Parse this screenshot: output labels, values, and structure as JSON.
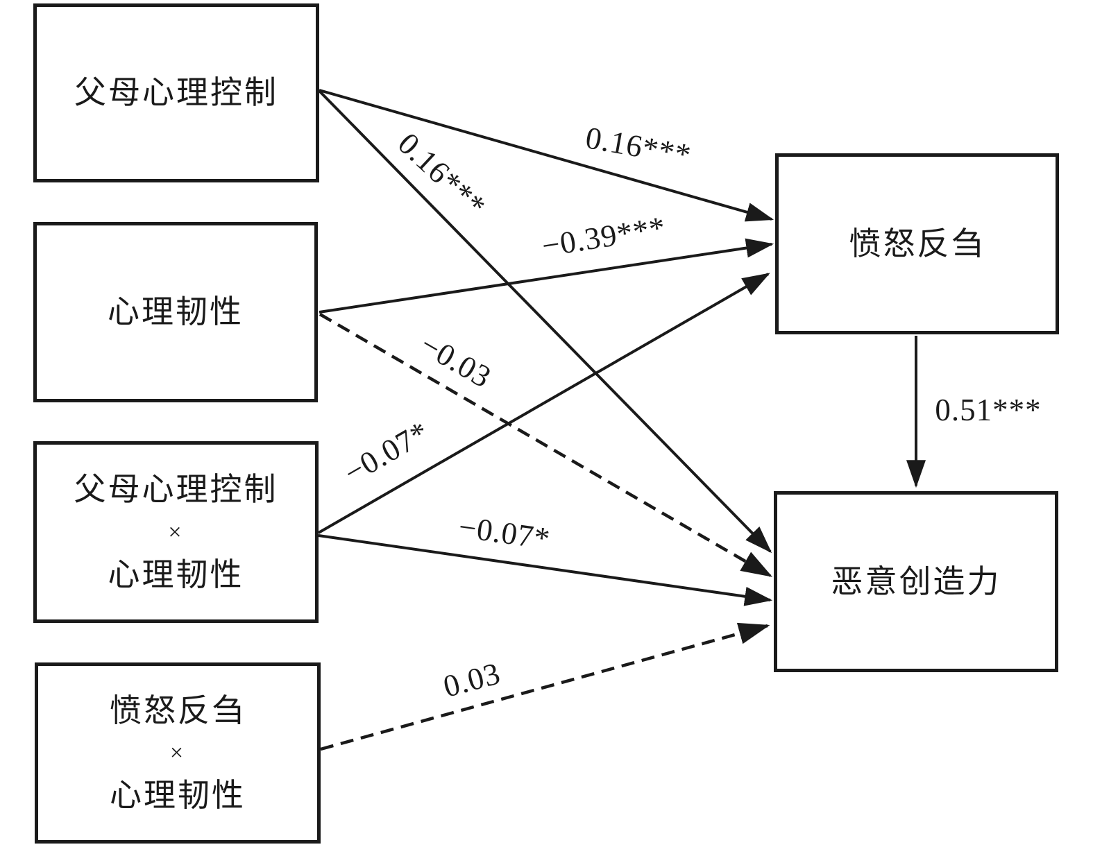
{
  "diagram": {
    "type": "SEM path model",
    "nodes": {
      "parental_psychological_control": {
        "label": "父母心理控制"
      },
      "psychological_resilience": {
        "label": "心理韧性"
      },
      "parental_control_x_resilience": {
        "line1": "父母心理控制",
        "line2": "×",
        "line3": "心理韧性"
      },
      "anger_rumination_x_resilience": {
        "line1": "愤怒反刍",
        "line2": "×",
        "line3": "心理韧性"
      },
      "anger_rumination": {
        "label": "愤怒反刍"
      },
      "malevolent_creativity": {
        "label": "恶意创造力"
      }
    },
    "edges": {
      "pc_to_ar": {
        "from": "父母心理控制",
        "to": "愤怒反刍",
        "coefficient": "0.16***",
        "line_style": "solid"
      },
      "pc_to_mc": {
        "from": "父母心理控制",
        "to": "恶意创造力",
        "coefficient": "0.16***",
        "line_style": "solid"
      },
      "res_to_ar": {
        "from": "心理韧性",
        "to": "愤怒反刍",
        "coefficient": "−0.39***",
        "line_style": "solid"
      },
      "res_to_mc": {
        "from": "心理韧性",
        "to": "恶意创造力",
        "coefficient": "−0.03",
        "line_style": "dashed"
      },
      "pcxres_to_ar": {
        "from": "父母心理控制×心理韧性",
        "to": "愤怒反刍",
        "coefficient": "−0.07*",
        "line_style": "solid"
      },
      "pcxres_to_mc": {
        "from": "父母心理控制×心理韧性",
        "to": "恶意创造力",
        "coefficient": "−0.07*",
        "line_style": "solid"
      },
      "arxres_to_mc": {
        "from": "愤怒反刍×心理韧性",
        "to": "恶意创造力",
        "coefficient": "0.03",
        "line_style": "dashed"
      },
      "ar_to_mc": {
        "from": "愤怒反刍",
        "to": "恶意创造力",
        "coefficient": "0.51***",
        "line_style": "solid"
      }
    },
    "colors": {
      "line": "#1a1a1a",
      "text": "#1a1a1a",
      "background": "#ffffff"
    }
  }
}
